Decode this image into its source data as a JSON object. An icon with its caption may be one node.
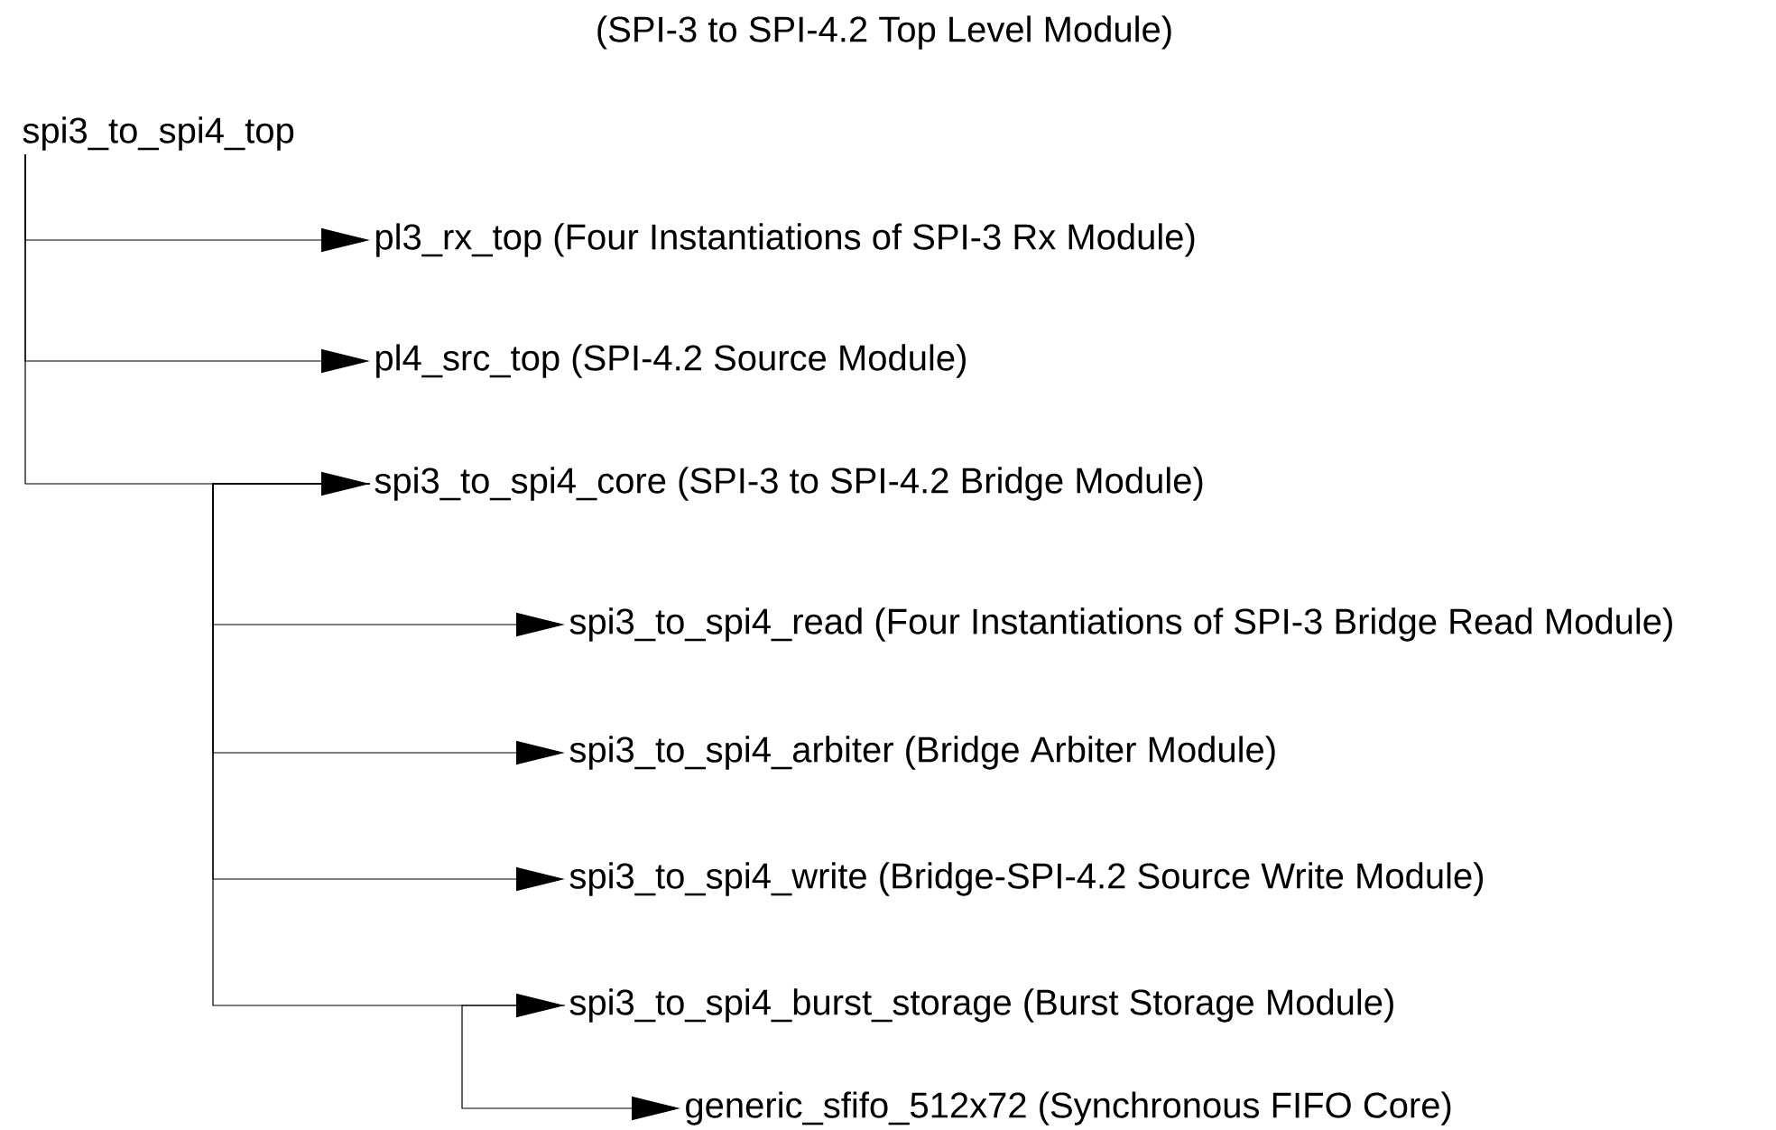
{
  "diagram": {
    "nodes": [
      {
        "text": [
          "spi3_to_spi4_top"
        ]
      },
      {
        "text": [
          "pl3_rx_top (Four Instantiations of SPI-3 Rx Module)"
        ]
      },
      {
        "text": [
          "pl4_src_top (SPI-4.2 Source Module)"
        ]
      },
      {
        "text": [
          "spi3_to_spi4_core (SPI-3 to SPI-4.2 Bridge Module)"
        ]
      },
      {
        "text": [
          "spi3_to_spi4_read (Four Instantiations of SPI-3 Bridge Read Module)"
        ]
      },
      {
        "text": [
          "spi3_to_spi4_arbiter (Bridge Arbiter Module)"
        ]
      },
      {
        "text": [
          "spi3_to_spi4_write (Bridge-SPI-4.2 Source Write Module)"
        ]
      },
      {
        "text": [
          "spi3_to_spi4_burst_storage (Burst Storage Module)"
        ]
      },
      {
        "text": [
          "generic_sfifo_512x72 (Synchronous FIFO Core)"
        ]
      }
    ],
    "edges": [
      {
        "from": 0,
        "to": 1,
        "arrow": "to"
      },
      {
        "from": 0,
        "to": 2,
        "arrow": "to"
      },
      {
        "from": 0,
        "to": 3,
        "arrow": "to"
      },
      {
        "from": 3,
        "to": 4,
        "arrow": "to"
      },
      {
        "from": 3,
        "to": 5,
        "arrow": "to"
      },
      {
        "from": 3,
        "to": 6,
        "arrow": "to"
      },
      {
        "from": 3,
        "to": 7,
        "arrow": "to"
      },
      {
        "from": 7,
        "to": 8,
        "arrow": "to"
      }
    ],
    "labels": [
      "(SPI-3 to SPI-4.2 Top Level Module)"
    ]
  }
}
